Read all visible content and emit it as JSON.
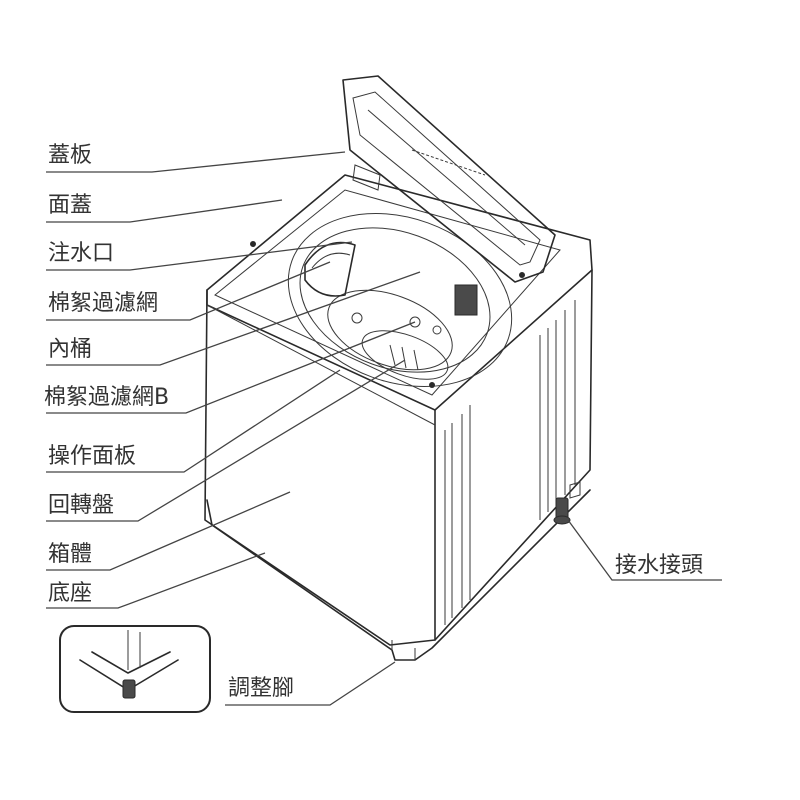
{
  "labels": {
    "lid": "蓋板",
    "top_cover": "面蓋",
    "water_inlet": "注水口",
    "lint_filter": "棉絮過濾網",
    "inner_tub": "內桶",
    "lint_filter_b": "棉絮過濾網B",
    "control_panel": "操作面板",
    "pulsator": "回轉盤",
    "cabinet": "箱體",
    "base": "底座",
    "water_connector": "接水接頭",
    "adjustable_foot": "調整腳"
  },
  "colors": {
    "line": "#444444",
    "text": "#333333",
    "background": "#ffffff"
  }
}
